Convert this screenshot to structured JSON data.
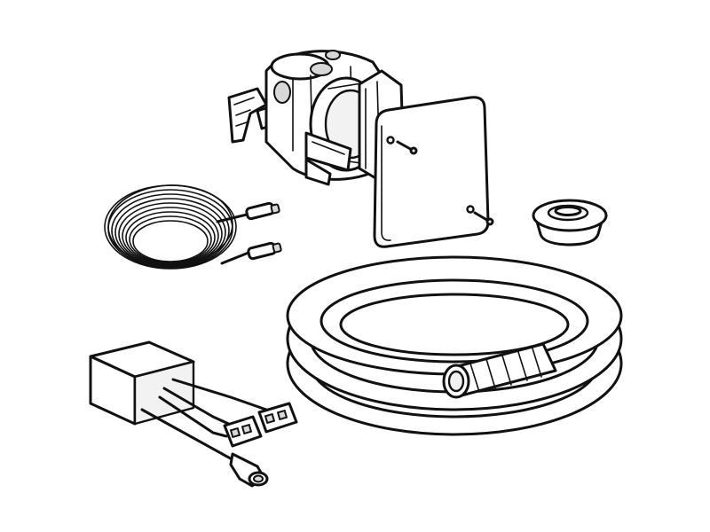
{
  "figure": {
    "background": "#ffffff",
    "stroke_color": "#111111",
    "components": [
      {
        "id": "junction-box",
        "icon": "flush-mounting-box-icon"
      },
      {
        "id": "cover-plate",
        "icon": "cover-plate-icon"
      },
      {
        "id": "rubber-grommet",
        "icon": "grommet-icon"
      },
      {
        "id": "cable-coil",
        "icon": "cable-coil-icon"
      },
      {
        "id": "corrugated-conduit",
        "icon": "conduit-icon"
      },
      {
        "id": "power-supply-unit",
        "icon": "power-supply-icon"
      }
    ]
  }
}
